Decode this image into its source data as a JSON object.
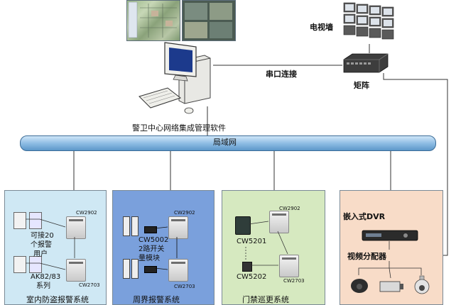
{
  "diagram": {
    "center": {
      "screenshot1_alt": "map view",
      "screenshot2_alt": "camera grid",
      "software_label": "警卫中心网络集成管理软件"
    },
    "top_right": {
      "video_wall_label": "电视墙",
      "serial_label": "串口连接",
      "matrix_label": "矩阵"
    },
    "lan": {
      "label": "局域网"
    },
    "panels": {
      "indoor": {
        "title": "室内防盗报警系统",
        "user_label_1": "可接20",
        "user_label_2": "个报警",
        "user_label_3": "用户",
        "ak_label_1": "AK82/83",
        "ak_label_2": "系列",
        "dev_top": "CW2902",
        "dev_bottom": "CW2703",
        "color": "#cfe8f4"
      },
      "perimeter": {
        "title": "周界报警系统",
        "module_label_1": "CW5002",
        "module_label_2": "2路开关",
        "module_label_3": "量模块",
        "dev_top": "CW2902",
        "dev_bottom": "CW2703",
        "color": "#7aa0dc"
      },
      "access": {
        "title": "门禁巡更系统",
        "reader1_label": "CW5201",
        "reader2_label": "CW5202",
        "dev_top": "CW2902",
        "dev_bottom": "CW2703",
        "color": "#d6e9c0"
      },
      "dvr": {
        "dvr_label": "嵌入式DVR",
        "splitter_label": "视频分配器",
        "color": "#f8dcc8"
      }
    }
  }
}
